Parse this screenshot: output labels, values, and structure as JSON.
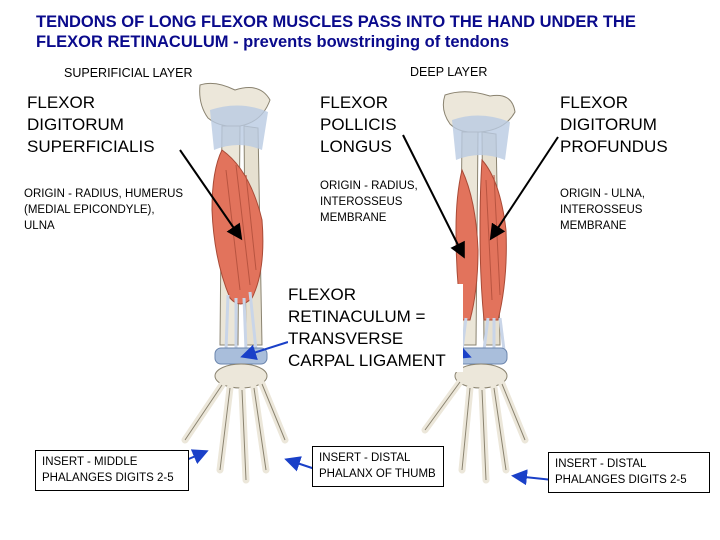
{
  "title": "TENDONS OF LONG FLEXOR MUSCLES PASS INTO THE HAND UNDER THE FLEXOR RETINACULUM - prevents bowstringing of tendons",
  "layers": {
    "superficial": "SUPERIFICIAL LAYER",
    "deep": "DEEP LAYER"
  },
  "muscles": {
    "fds": {
      "name": "FLEXOR DIGITORUM SUPERFICIALIS",
      "origin": "ORIGIN - RADIUS, HUMERUS (MEDIAL EPICONDYLE), ULNA",
      "insert": "INSERT - MIDDLE PHALANGES DIGITS 2-5"
    },
    "fpl": {
      "name": "FLEXOR POLLICIS LONGUS",
      "origin": "ORIGIN - RADIUS, INTEROSSEUS MEMBRANE",
      "insert": "INSERT - DISTAL PHALANX OF THUMB"
    },
    "fdp": {
      "name": "FLEXOR DIGITORUM PROFUNDUS",
      "origin": "ORIGIN - ULNA, INTEROSSEUS MEMBRANE",
      "insert": "INSERT - DISTAL PHALANGES DIGITS 2-5"
    }
  },
  "retinaculum": "FLEXOR RETINACULUM = TRANSVERSE CARPAL LIGAMENT",
  "colors": {
    "title": "#0a0a8c",
    "bone": "#ece7da",
    "muscle": "#e2735c",
    "tendon": "#b9cbe2",
    "arrow": "#1a40c8"
  }
}
